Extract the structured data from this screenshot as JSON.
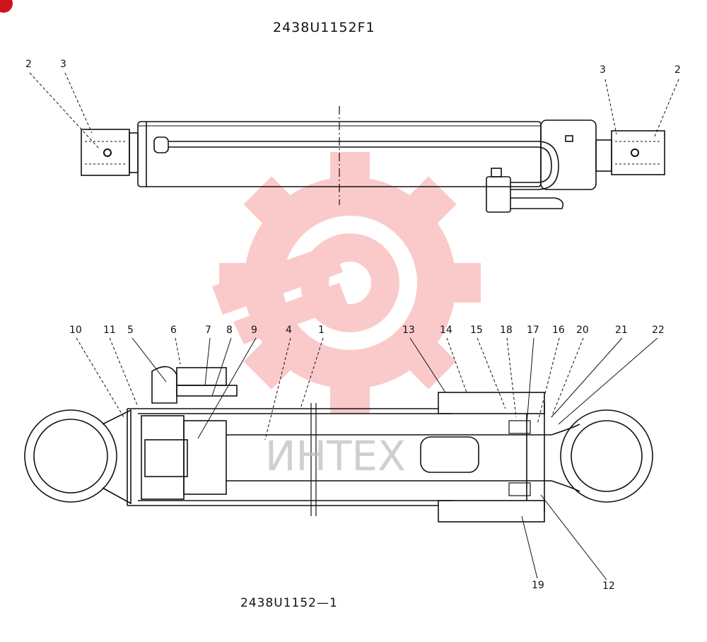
{
  "diagram": {
    "top_title": "2438U1152F1",
    "bottom_title": "2438U1152—1",
    "watermark_text": "ИНТЕХ",
    "watermark_color": "#f26b6b",
    "corner_badge_color": "#d0141c",
    "top_callouts": [
      "2",
      "3",
      "3",
      "2"
    ],
    "bottom_callouts": [
      "10",
      "11",
      "5",
      "6",
      "7",
      "8",
      "9",
      "4",
      "1",
      "13",
      "14",
      "15",
      "18",
      "17",
      "16",
      "20",
      "21",
      "22",
      "19",
      "12"
    ]
  }
}
